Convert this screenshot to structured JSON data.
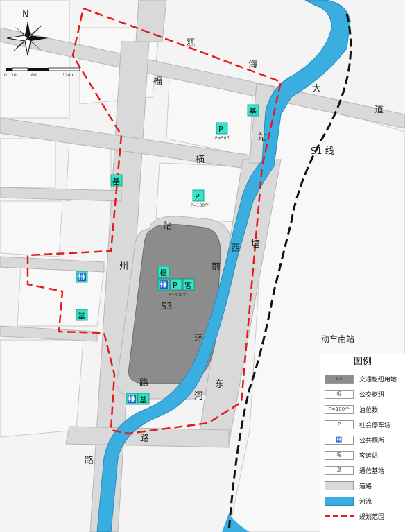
{
  "compass": {
    "north_label": "N"
  },
  "scale_bar": {
    "ticks": [
      "0",
      "20",
      "60",
      "120m"
    ]
  },
  "roads": {
    "ouhai": [
      "瓯",
      "海",
      "大",
      "道"
    ],
    "fuzhou": [
      "福",
      "州",
      "路"
    ],
    "heng": [
      "横"
    ],
    "zhanqian": [
      "站",
      "前",
      "环",
      "路"
    ],
    "zhanqian_road": [
      "路"
    ],
    "zhantang": [
      "站",
      "塘",
      "西",
      "河",
      "东"
    ]
  },
  "s1_line_label": "S1 线",
  "station_name": "动车南站",
  "zone_label": "S3",
  "parking": [
    {
      "symbol": "P",
      "capacity": "P=50个"
    },
    {
      "symbol": "P",
      "capacity": "P=100个"
    },
    {
      "symbol": "P",
      "capacity": "P=400个"
    }
  ],
  "hub_symbol": "枢",
  "toilet_symbol": "🚻",
  "coach_symbol": "客",
  "base_symbol": "基",
  "legend": {
    "title": "图例",
    "items": [
      {
        "swatch": "S3",
        "label": "交通枢纽用地"
      },
      {
        "swatch": "枢",
        "label": "公交枢纽"
      },
      {
        "swatch": "P=100个",
        "label": "泊位数"
      },
      {
        "swatch": "P",
        "label": "社会停车场"
      },
      {
        "swatch": "🚻",
        "label": "公共厕所"
      },
      {
        "swatch": "客",
        "label": "客运站"
      },
      {
        "swatch": "基",
        "label": "通信基站"
      },
      {
        "swatch": "",
        "label": "道路"
      },
      {
        "swatch": "",
        "label": "河流"
      },
      {
        "swatch": "",
        "label": "规划范围"
      }
    ]
  },
  "colors": {
    "river": "#3aaee0",
    "road": "#d9d9d9",
    "hub_zone": "#8c8c8c",
    "icon": "#2ee8c8",
    "boundary": "#e31b1b"
  }
}
